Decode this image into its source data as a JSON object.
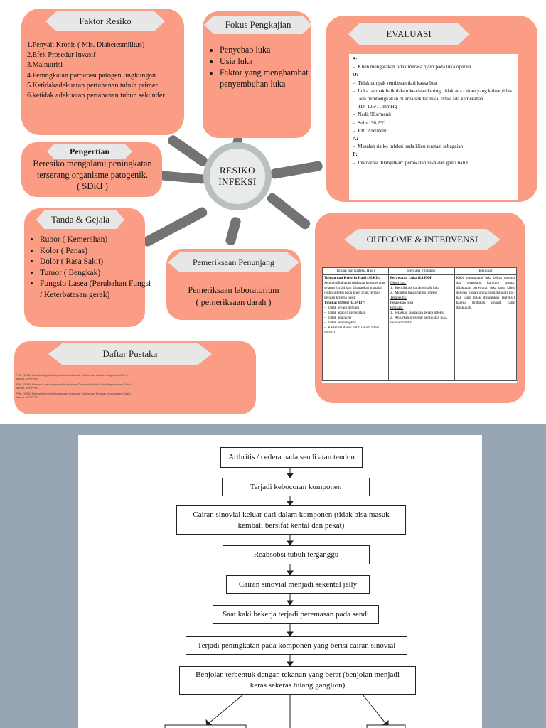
{
  "hub": {
    "line1": "RESIKO",
    "line2": "INFEKSI"
  },
  "faktor_resiko": {
    "title": "Faktor Resiko",
    "items": [
      "1.Penyait Kronis ( Mis. Diabetesmilitus)",
      "2.Efek Prosedur Invasif",
      "3.Malnutrisi",
      "4.Peningkatan parparasi patogen lingkungan",
      "5.Ketidakadekuatan pertahanan tubuh primer.",
      "6.ketidak adekuatan pertahanan tubuh sekunder"
    ]
  },
  "fokus_pengkajian": {
    "title": "Fokus Pengkajian",
    "items": [
      "Penyebab luka",
      "Usia luka",
      "Faktor yang menghambat penyembuhan luka"
    ]
  },
  "evaluasi": {
    "title": "EVALUASI",
    "s_label": "S:",
    "s_items": [
      "Klien mengatakan tidak merasa nyeri pada luka operasi"
    ],
    "o_label": "O:",
    "o_items": [
      "Tidak tampak rembesan dari kassa luar",
      "Luka tampak baik dalam keadaan kering, tidak ada cairan yang keluar,tidak ada pembengkakan di area sekitar luka, tidak ada kemerahan",
      "TD: 126/71 mmHg",
      "Nadi: 90x/menit",
      "Suhu: 36,2°C",
      "RR: 20x/menit"
    ],
    "a_label": "A:",
    "a_items": [
      "Masalah risiko infeksi pada klien teratasi sebagaian"
    ],
    "p_label": "P:",
    "p_items": [
      "Intervensi dilanjutkan: perawatan luka dan ganti balut"
    ]
  },
  "pengertian": {
    "title": "Pengertian",
    "text": "Beresiko mengalami peningkatan terserang organisme patogenik.",
    "source": "( SDKI )"
  },
  "tanda_gejala": {
    "title": "Tanda & Gejala",
    "items": [
      "Rubor ( Kemerahan)",
      "Kolor ( Panas)",
      "Dolor ( Rasa Sakit)",
      "Tumor ( Bengkak)",
      "Fungsio Lasea (Perubahan Fungsi / Keterbatasan gerak)"
    ]
  },
  "pemeriksaan": {
    "title": "Pemeriksaan Penunjang",
    "line1": "Pemeriksaan laboratorium",
    "line2": "( pemeriksaan darah )"
  },
  "outcome": {
    "title": "OUTCOME & INTERVENSI",
    "headers": [
      "Tujuan dan Kriteria Hasil",
      "Rencana Tindakan",
      "Rasional"
    ],
    "col1_title": "Tujuan dan Kriteria Hasil (SLKI):",
    "col1_text": "Setelah dilakukan tindakan keperawatan selama 3 x 24 jam diharapkan masalah risiko infeksi pada klien tidak terjadi dengan kriteria hasil:",
    "col1_sub": "Tingkat Infeksi (L.14137)",
    "col1_items": [
      "Tidak terjadi demam",
      "Tidak adanya kemerahan",
      "Tidak ada nyeri",
      "Tidak ada bengkak",
      "Kadar sel darah putih dalam batas normal"
    ],
    "col2_title": "Perawatan Luka (I.14564)",
    "col2_obs": "Observasi:",
    "col2_obs_items": [
      "Identifikasi karakteristik luka",
      "Monitor tanda-tanda infeksi"
    ],
    "col2_ter": "Terapeutik:",
    "col2_ter_text": "Perawatan luka",
    "col2_edu": "Edukasi:",
    "col2_edu_items": [
      "Jelaskan tanda dan gejala infeksi",
      "Anjurkan prosedur perawatan luka secara mandiri"
    ],
    "col3_text": "Klien memahami luka bekas operasi dan terpasang kantung stoma, dilakukan perawatan luka pada klien dengan tujuan untuk menghindari hal-hal yang tidak diinginkan (infeksi) karena tindakan invasif yang dilakukan."
  },
  "daftar_pustaka": {
    "title": "Daftar Pustaka",
    "refs": [
      "PPNI. (2016). Standar Diagnosis Keperawatan Indonesia: Definisi dan Indikator Diagnostik, Edisi 1. Jakarta: DPP PPNI.",
      "PPNI. (2018). Standar Luaran Keperawatan Indonesia: Definisi dan Kriteria Hasil Keperawatan, Edisi 1. Jakarta: DPP PPNI.",
      "PPNI. (2018). Standar Intervensi Keperawatan Indonesia: Definisi dan Tindakan Keperawatan, Edisi 1. Jakarta: DPP PPNI."
    ]
  },
  "flowchart": {
    "steps": [
      "Arthritis / cedera pada sendi atau tendon",
      "Terjadi kebocoran komponen",
      "Cairan sinovial keluar dari dalam komponen (tidak bisa masuk kembali bersifat kental dan pekat)",
      "Reabsobsi tubuh terganggu",
      "Cairan sinovial menjadi sekental jelly",
      "Saat kaki bekerja terjadi peremasan pada sendi",
      "Terjadi peningkatan pada komponen yang berisi cairan sinovial",
      "Benjolan terbentuk dengan tekanan yang berat (benjolan menjadi keras sekeras tulang ganglion)"
    ]
  },
  "colors": {
    "card": "#fb9d84",
    "banner": "#e7e7e7",
    "spoke": "#737373",
    "bottom_bg": "#98a6b4"
  }
}
